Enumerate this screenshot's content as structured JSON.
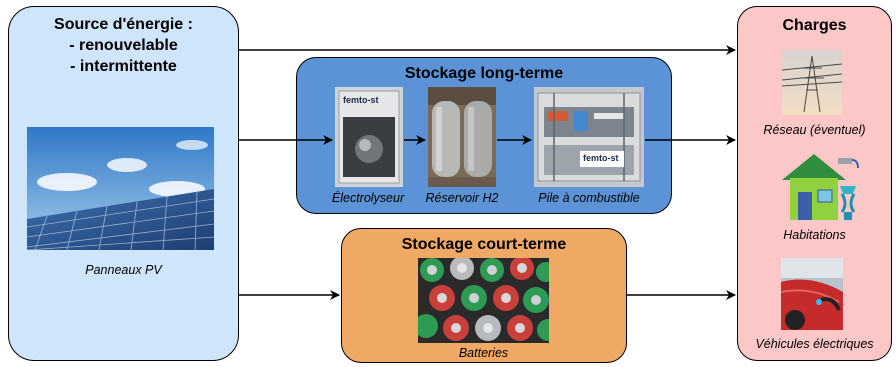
{
  "source": {
    "title_line1": "Source d'énergie :",
    "title_line2": "- renouvelable",
    "title_line3": "- intermittente",
    "pv_caption": "Panneaux PV"
  },
  "long_term": {
    "title": "Stockage long-terme",
    "items": [
      {
        "caption": "Électrolyseur",
        "label": "femto-st"
      },
      {
        "caption": "Réservoir H2"
      },
      {
        "caption": "Pile à combustible",
        "label": "femto-st"
      }
    ]
  },
  "short_term": {
    "title": "Stockage court-terme",
    "caption": "Batteries"
  },
  "loads": {
    "title": "Charges",
    "items": [
      {
        "caption": "Réseau (éventuel)"
      },
      {
        "caption": "Habitations"
      },
      {
        "caption": "Véhicules électriques"
      }
    ]
  },
  "colors": {
    "source_fill": "#cfe5fb",
    "long_term_fill": "#5b93d6",
    "short_term_fill": "#f0a964",
    "loads_fill": "#fbc7c7"
  }
}
